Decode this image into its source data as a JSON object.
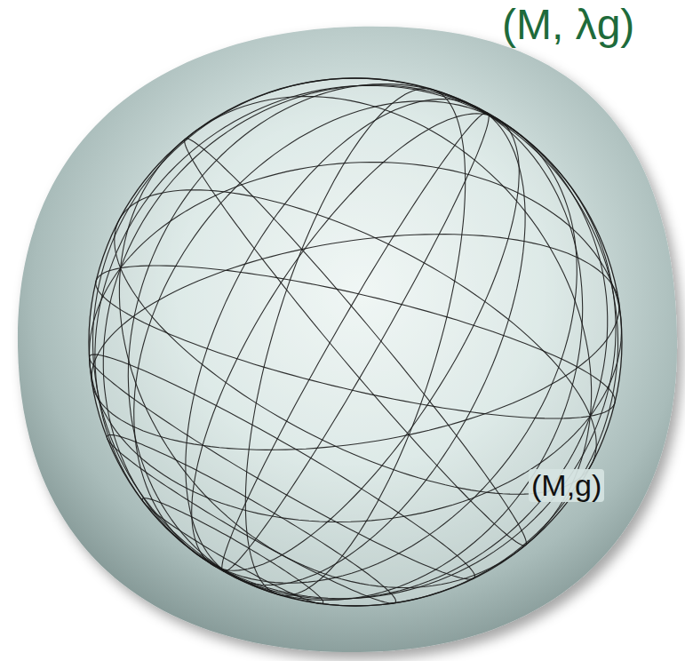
{
  "diagram": {
    "nodes": [
      {
        "text": [
          "(M, λg)"
        ]
      },
      {
        "text": [
          "(M,g)"
        ],
        "in": 0
      }
    ]
  }
}
